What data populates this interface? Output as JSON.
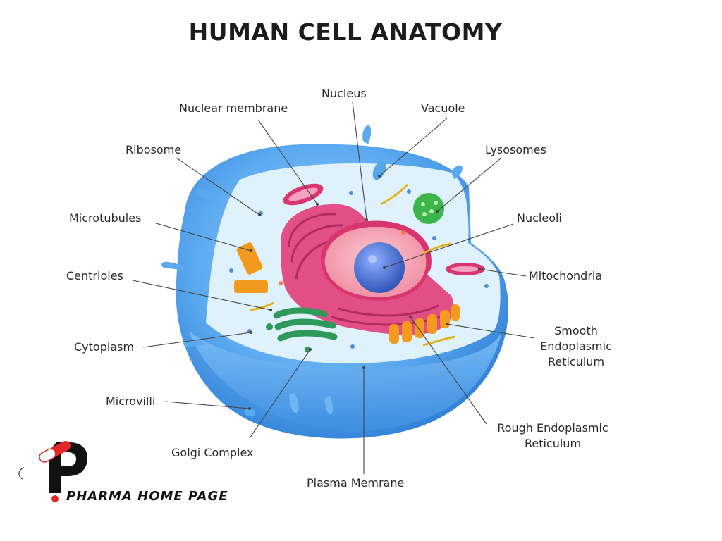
{
  "title": "HUMAN CELL ANATOMY",
  "labels": {
    "nucleus": "Nucleus",
    "nuclear_membrane": "Nuclear membrane",
    "vacuole": "Vacuole",
    "ribosome": "Ribosome",
    "lysosomes": "Lysosomes",
    "microtubules": "Microtubules",
    "nucleoli": "Nucleoli",
    "centrioles": "Centrioles",
    "mitochondria": "Mitochondria",
    "cytoplasm": "Cytoplasm",
    "smooth_er_1": "Smooth",
    "smooth_er_2": "Endoplasmic",
    "smooth_er_3": "Reticulum",
    "microvilli": "Microvilli",
    "golgi": "Golgi Complex",
    "rough_er_1": "Rough Endoplasmic",
    "rough_er_2": "Reticulum",
    "plasma": "Plasma Memrane"
  },
  "brand": {
    "name": "PHARMA HOME PAGE"
  },
  "colors": {
    "cell_outer": "#4f9fe6",
    "cell_inner": "#dff1fb",
    "nucleus_envelope": "#e0457a",
    "nucleoplasm": "#f7a7b6",
    "nucleolus": "#3a63c4",
    "golgi": "#2e9a5a",
    "lysosome": "#3cb54a",
    "centriole": "#f29a1f",
    "mitochondria": "#d9356f",
    "brand_red": "#e32626"
  }
}
